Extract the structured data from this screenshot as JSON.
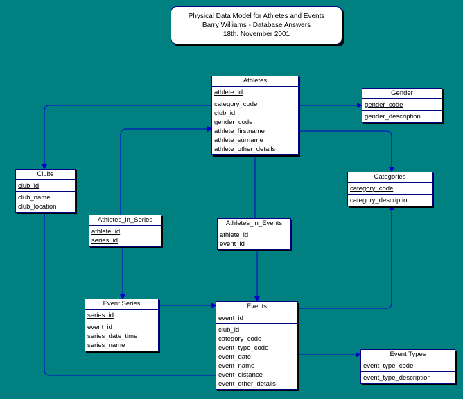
{
  "title": {
    "line1": "Physical Data Model for Athletes and Events",
    "line2": "Barry Williams - Database Answers",
    "line3": "18th. November 2001"
  },
  "colors": {
    "background": "#008080",
    "line": "#0000cc",
    "border": "#000080"
  },
  "entities": {
    "athletes": {
      "name": "Athletes",
      "keys": [
        "athlete_id"
      ],
      "attributes": [
        "category_code",
        "club_id",
        "gender_code",
        "athlete_firstname",
        "athlete_surname",
        "athlete_other_details"
      ]
    },
    "gender": {
      "name": "Gender",
      "keys": [
        "gender_code"
      ],
      "attributes": [
        "gender_description"
      ]
    },
    "clubs": {
      "name": "Clubs",
      "keys": [
        "club_id"
      ],
      "attributes": [
        "club_name",
        "club_location"
      ]
    },
    "categories": {
      "name": "Categories",
      "keys": [
        "category_code"
      ],
      "attributes": [
        "category_description"
      ]
    },
    "athletes_in_series": {
      "name": "Athletes_in_Series",
      "keys": [
        "athlete_id",
        "series_id"
      ],
      "attributes": []
    },
    "athletes_in_events": {
      "name": "Athletes_in_Events",
      "keys": [
        "athlete_id",
        "event_id"
      ],
      "attributes": []
    },
    "event_series": {
      "name": "Event Series",
      "keys": [
        "series_id"
      ],
      "attributes": [
        "event_id",
        "series_date_time",
        "series_name"
      ]
    },
    "events": {
      "name": "Events",
      "keys": [
        "event_id"
      ],
      "attributes": [
        "club_id",
        "category_code",
        "event_type_code",
        "event_date",
        "event_name",
        "event_distance",
        "event_other_details"
      ]
    },
    "event_types": {
      "name": "Event Types",
      "keys": [
        "event_type_code"
      ],
      "attributes": [
        "event_type_description"
      ]
    }
  },
  "relationships": [
    {
      "from": "athletes",
      "to": "gender"
    },
    {
      "from": "athletes",
      "to": "clubs"
    },
    {
      "from": "athletes",
      "to": "categories"
    },
    {
      "from": "athletes_in_series",
      "to": "athletes"
    },
    {
      "from": "athletes_in_series",
      "to": "event_series"
    },
    {
      "from": "athletes_in_events",
      "to": "athletes"
    },
    {
      "from": "athletes_in_events",
      "to": "events"
    },
    {
      "from": "event_series",
      "to": "events"
    },
    {
      "from": "events",
      "to": "clubs"
    },
    {
      "from": "events",
      "to": "categories"
    },
    {
      "from": "events",
      "to": "event_types"
    }
  ]
}
